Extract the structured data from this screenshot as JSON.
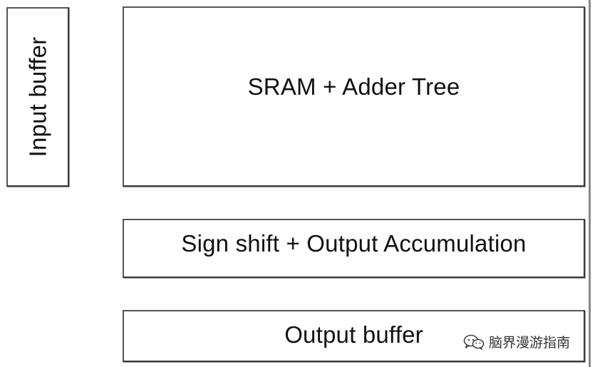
{
  "blocks": {
    "input_buffer": "Input buffer",
    "sram_adder_tree": "SRAM + Adder Tree",
    "sign_shift_accumulation": "Sign shift + Output Accumulation",
    "output_buffer": "Output buffer"
  },
  "watermark": {
    "icon": "wechat-icon",
    "text": "脑界漫游指南"
  }
}
